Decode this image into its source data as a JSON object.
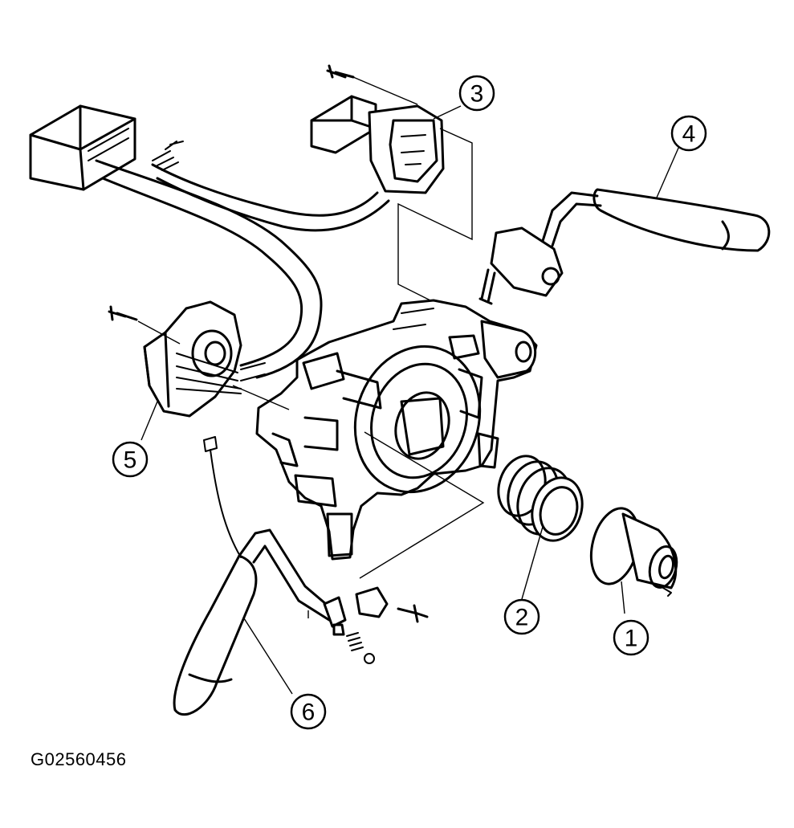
{
  "figure_code": "G02560456",
  "callouts": [
    {
      "id": 1,
      "label": "1"
    },
    {
      "id": 2,
      "label": "2"
    },
    {
      "id": 3,
      "label": "3"
    },
    {
      "id": 4,
      "label": "4"
    },
    {
      "id": 5,
      "label": "5"
    },
    {
      "id": 6,
      "label": "6"
    }
  ],
  "colors": {
    "line": "#000000",
    "background": "#ffffff"
  }
}
